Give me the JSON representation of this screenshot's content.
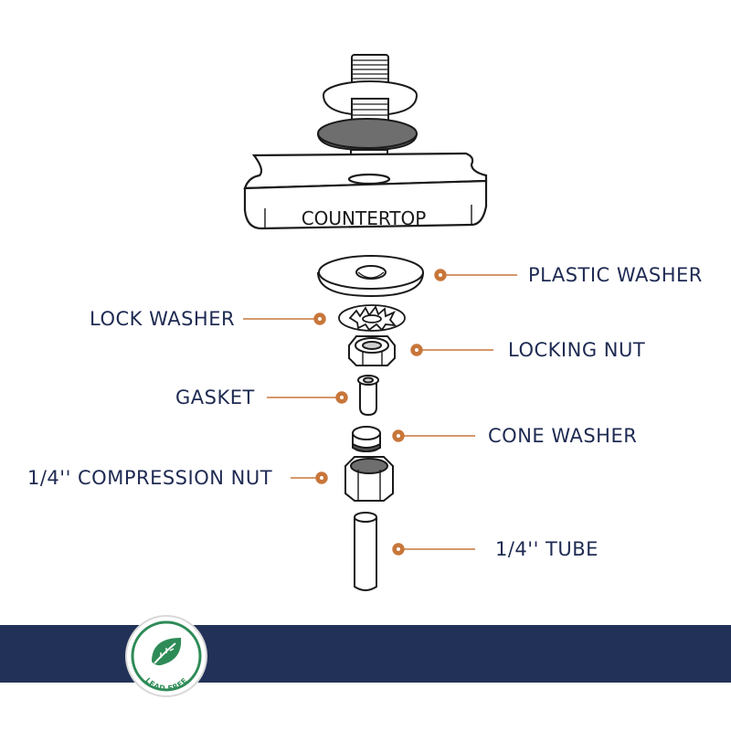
{
  "labels": {
    "countertop": "COUNTERTOP",
    "plastic_washer": "PLASTIC WASHER",
    "lock_washer": "LOCK WASHER",
    "locking_nut": "LOCKING NUT",
    "gasket": "GASKET",
    "cone_washer": "CONE WASHER",
    "compression_nut": "1/4'' COMPRESSION NUT",
    "tube": "1/4'' TUBE"
  },
  "badge": {
    "text": "LEAD FREE",
    "icon": "leaf-icon"
  },
  "colors": {
    "ink": "#1e2a52",
    "leader": "#c8763a",
    "banner": "#223158",
    "badge_green": "#2e8b57",
    "rubber": "#6e6e6e"
  }
}
